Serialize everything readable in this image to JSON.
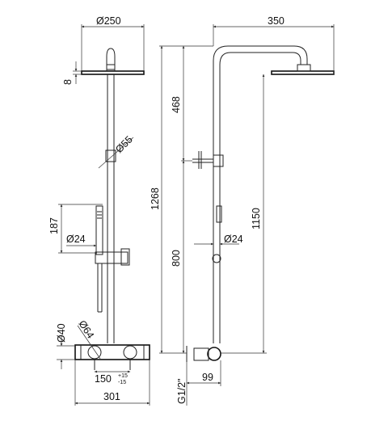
{
  "dimensions": {
    "head_diameter": "Ø250",
    "head_thickness": "8",
    "hand_shower_length": "187",
    "hand_hose_diameter": "Ø24",
    "slider_diameter": "Ø55",
    "outlet_diameter": "Ø40",
    "knob_diameter": "Ø64",
    "inlet_spacing": "150",
    "tol_plus": "+15",
    "tol_minus": "-15",
    "total_width": "301",
    "overall_height": "1268",
    "upper_height": "468",
    "lower_height": "800",
    "arm_reach": "350",
    "side_height": "1150",
    "side_pipe_diameter": "Ø24",
    "thread": "G1/2\"",
    "wall_offset": "99"
  }
}
